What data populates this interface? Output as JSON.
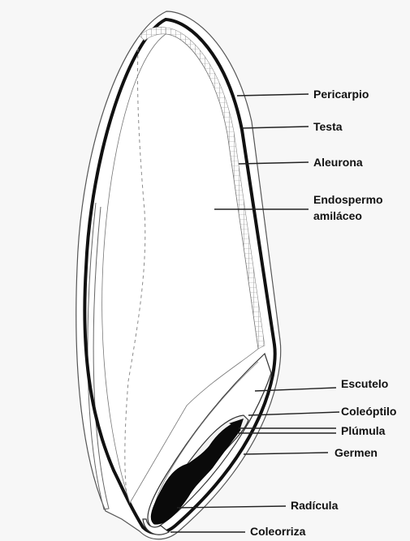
{
  "labels": {
    "pericarpio": "Pericarpio",
    "testa": "Testa",
    "aleurona": "Aleurona",
    "endospermo_l1": "Endospermo",
    "endospermo_l2": "amiláceo",
    "escutelo": "Escutelo",
    "coleoptilo": "Coleóptilo",
    "plumula": "Plúmula",
    "germen": "Germen",
    "radicula": "Radícula",
    "coleorriza": "Coleorriza"
  },
  "colors": {
    "outline": "#111111",
    "embryo": "#0a0a0a",
    "background": "#f7f7f7"
  }
}
